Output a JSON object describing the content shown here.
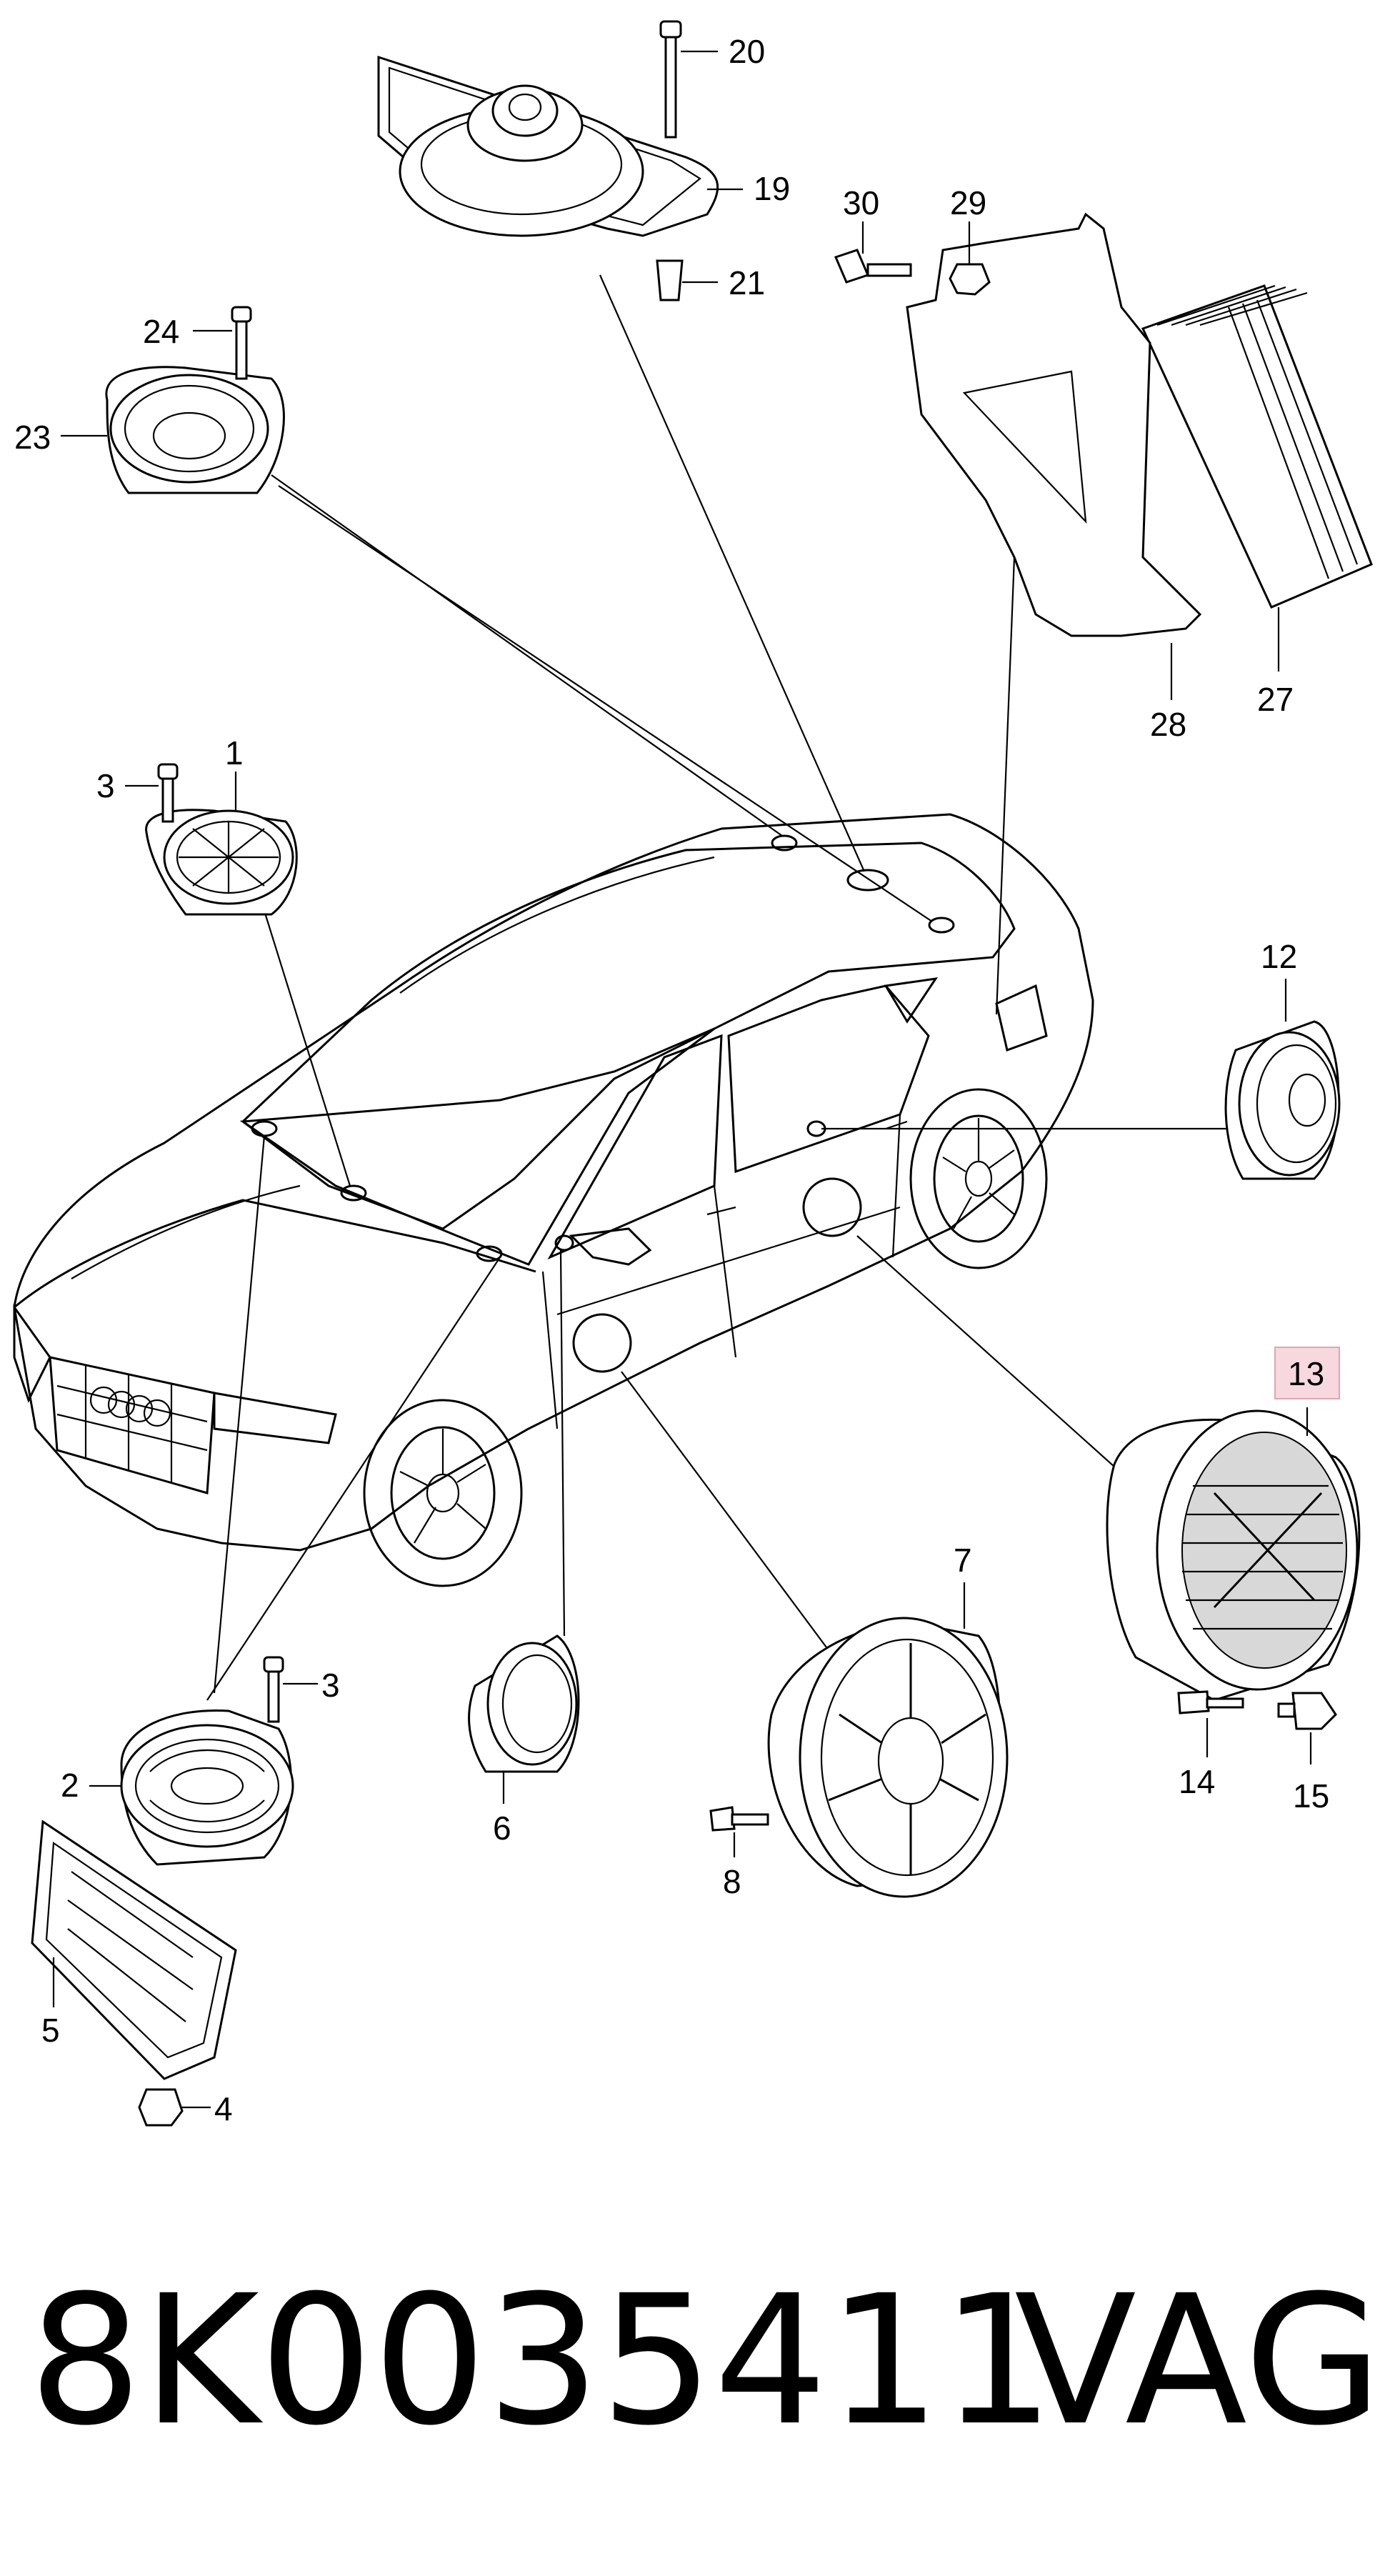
{
  "labels": {
    "l1": "1",
    "l2": "2",
    "l3a": "3",
    "l3b": "3",
    "l4": "4",
    "l5": "5",
    "l6": "6",
    "l7": "7",
    "l8": "8",
    "l12": "12",
    "l13": "13",
    "l14": "14",
    "l15": "15",
    "l19": "19",
    "l20": "20",
    "l21": "21",
    "l23": "23",
    "l24": "24",
    "l27": "27",
    "l28": "28",
    "l29": "29",
    "l30": "30"
  },
  "highlight_color": "#f7d8df",
  "highlight_border": "#e3a3b2",
  "footer": {
    "part_number": "8K0035411",
    "brand": "VAG"
  }
}
